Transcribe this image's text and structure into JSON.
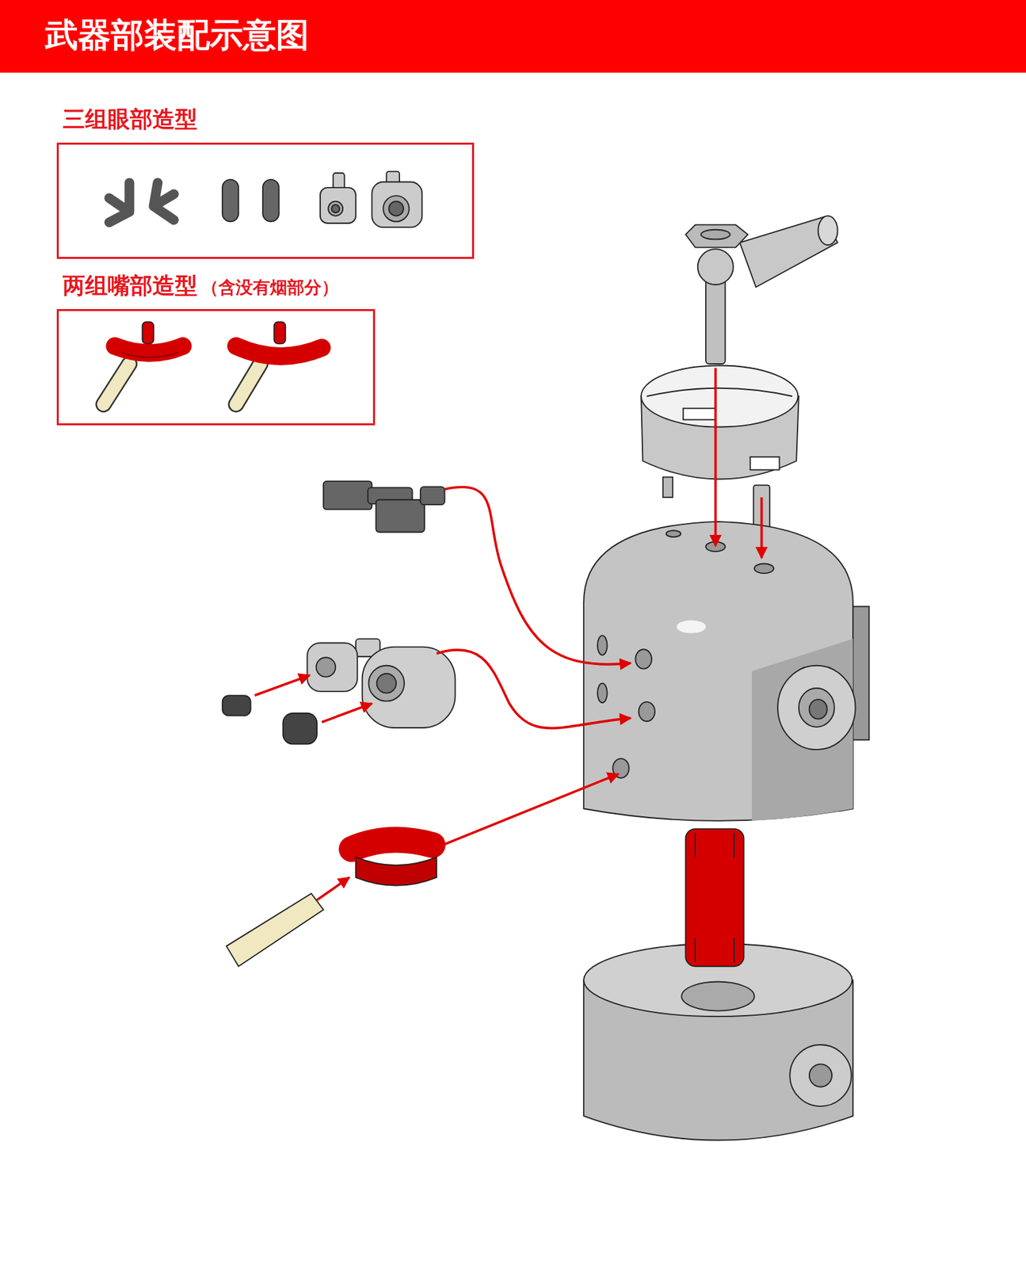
{
  "diagram": {
    "title": "武器部装配示意图",
    "nodes": [
      {
        "text": [
          "三组眼部造型"
        ]
      },
      {
        "text": [
          "两组嘴部造型",
          "（含没有烟部分）"
        ]
      }
    ]
  }
}
